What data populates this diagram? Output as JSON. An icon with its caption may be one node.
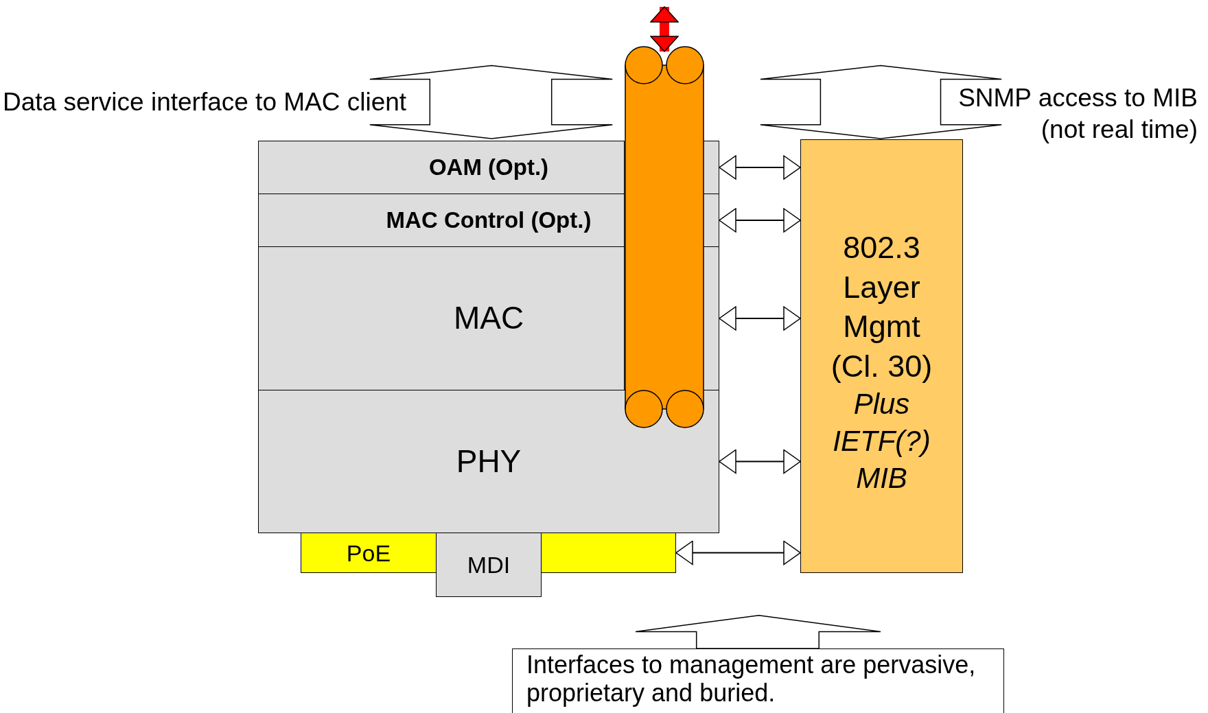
{
  "diagram": {
    "nodes": [
      {
        "text": [
          "Data service interface to MAC client"
        ]
      },
      {
        "text": [
          "SNMP access to MIB (not real time)"
        ]
      },
      {
        "text": [
          "OAM (Opt.)"
        ]
      },
      {
        "text": [
          "MAC Control (Opt.)"
        ]
      },
      {
        "text": [
          "MAC"
        ]
      },
      {
        "text": [
          "PHY"
        ]
      },
      {
        "text": [
          "802.3 Layer Mgmt (Cl. 30)",
          "Plus IETF(?) MIB"
        ]
      },
      {
        "text": [
          "PoE"
        ]
      },
      {
        "text": [
          "MDI"
        ]
      },
      {
        "text": [],
        "shape": "box"
      },
      {
        "text": [],
        "shape": "cylinder"
      },
      {
        "text": [
          "Interfaces to management are pervasive, proprietary and buried."
        ]
      }
    ],
    "edges": [
      {
        "from": 2,
        "to": 6,
        "arrow": "both"
      },
      {
        "from": 3,
        "to": 6,
        "arrow": "both"
      },
      {
        "from": 4,
        "to": 6,
        "arrow": "both"
      },
      {
        "from": 5,
        "to": 6,
        "arrow": "both"
      },
      {
        "from": 9,
        "to": 6,
        "arrow": "both"
      },
      {
        "from": 10,
        "to": null,
        "arrow": "both",
        "style": "thick",
        "color": "#ff0000"
      }
    ]
  }
}
